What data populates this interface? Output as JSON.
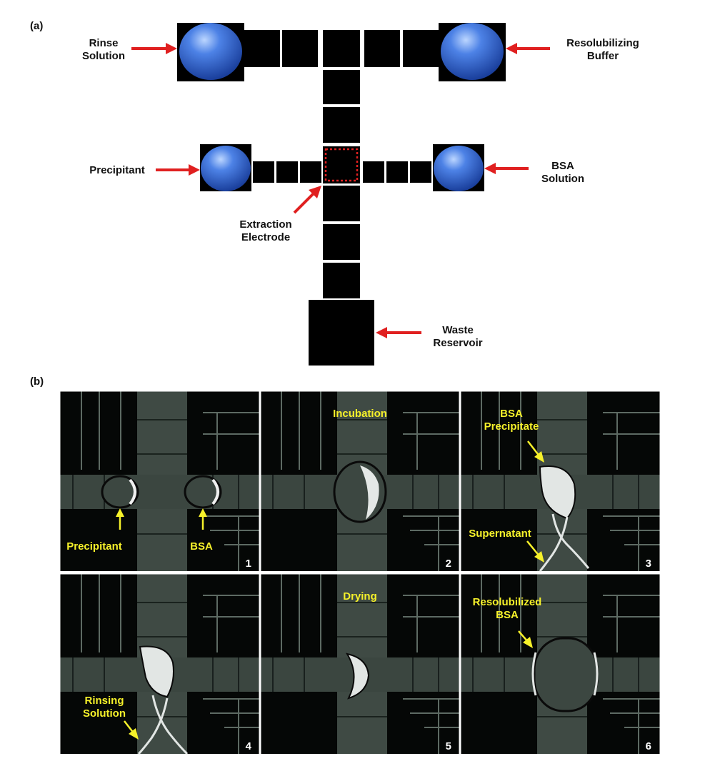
{
  "panel_a": {
    "letter": "(a)",
    "labels": {
      "rinse_1": "Rinse",
      "rinse_2": "Solution",
      "resol_1": "Resolubilizing",
      "resol_2": "Buffer",
      "precipitant": "Precipitant",
      "bsa_1": "BSA",
      "bsa_2": "Solution",
      "extraction_1": "Extraction",
      "extraction_2": "Electrode",
      "waste_1": "Waste",
      "waste_2": "Reservoir"
    }
  },
  "panel_b": {
    "letter": "(b)",
    "frames": [
      {
        "number": "1",
        "labels": [
          "Precipitant",
          "BSA"
        ]
      },
      {
        "number": "2",
        "labels": [
          "Incubation"
        ]
      },
      {
        "number": "3",
        "labels": [
          "BSA",
          "Precipitate",
          "Supernatant"
        ]
      },
      {
        "number": "4",
        "labels": [
          "Rinsing",
          "Solution"
        ]
      },
      {
        "number": "5",
        "labels": [
          "Drying"
        ]
      },
      {
        "number": "6",
        "labels": [
          "Resolubilized",
          "BSA"
        ]
      }
    ]
  },
  "colors": {
    "electrode": "#000000",
    "droplet": "#2f5fc8",
    "arrow_red": "#e02020",
    "label_yellow": "#f6f12a",
    "chip_gray": "#3b4640"
  }
}
